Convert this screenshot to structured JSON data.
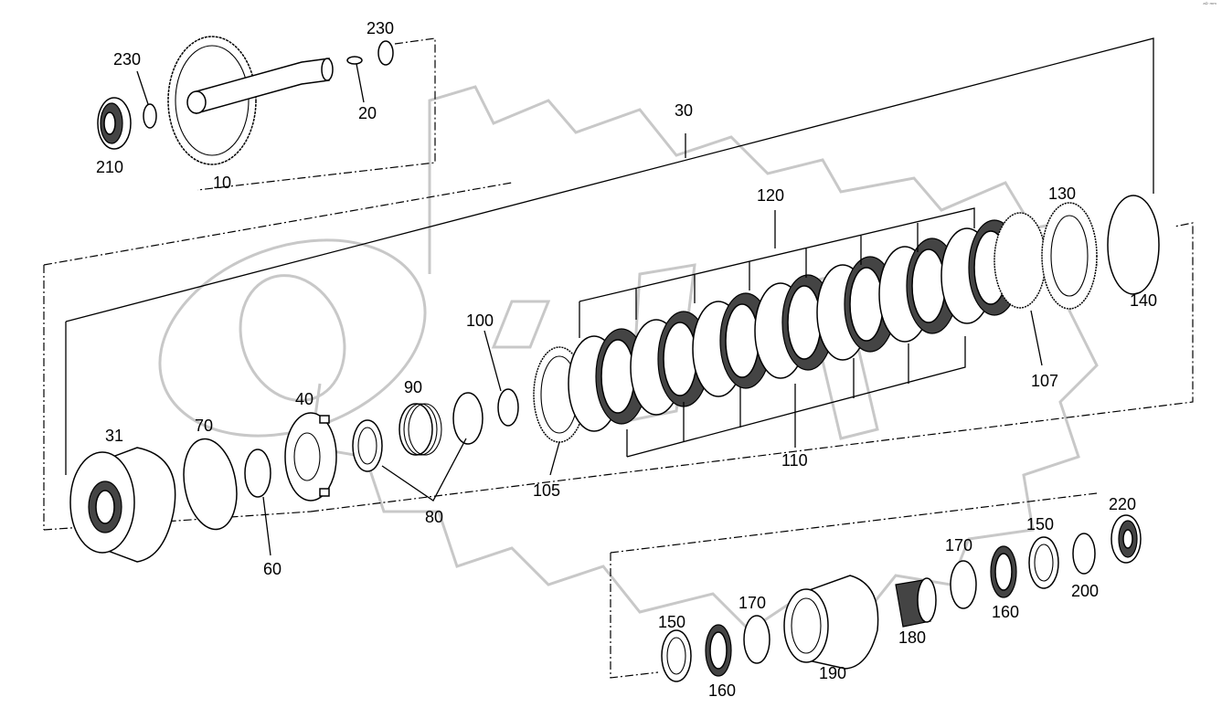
{
  "corner_mark": "ᵃᴰ ᵐᵐ",
  "labels": {
    "l10": "10",
    "l20": "20",
    "l30": "30",
    "l31": "31",
    "l40": "40",
    "l60": "60",
    "l70": "70",
    "l80": "80",
    "l90": "90",
    "l100": "100",
    "l105": "105",
    "l107": "107",
    "l110": "110",
    "l120": "120",
    "l130": "130",
    "l140": "140",
    "l150a": "150",
    "l150b": "150",
    "l160a": "160",
    "l160b": "160",
    "l170a": "170",
    "l170b": "170",
    "l180": "180",
    "l190": "190",
    "l200": "200",
    "l210": "210",
    "l220": "220",
    "l230a": "230",
    "l230b": "230"
  }
}
